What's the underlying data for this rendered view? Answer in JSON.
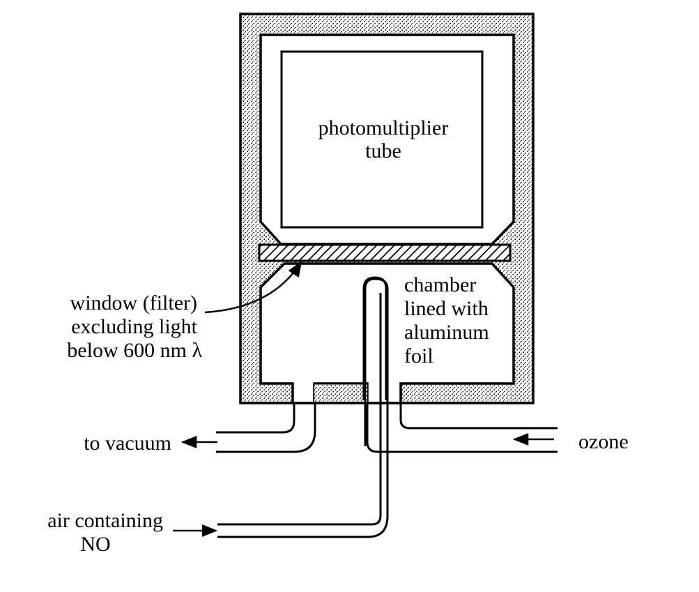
{
  "diagram": {
    "labels": {
      "tube_line1": "photomultiplier",
      "tube_line2": "tube",
      "window_line1": "window (filter)",
      "window_line2": "excluding light",
      "window_line3": "below 600 nm λ",
      "chamber_line1": "chamber",
      "chamber_line2": "lined with",
      "chamber_line3": "aluminum",
      "chamber_line4": "foil",
      "vacuum": "to vacuum",
      "ozone": "ozone",
      "air_line1": "air containing",
      "air_line2": "NO"
    }
  }
}
